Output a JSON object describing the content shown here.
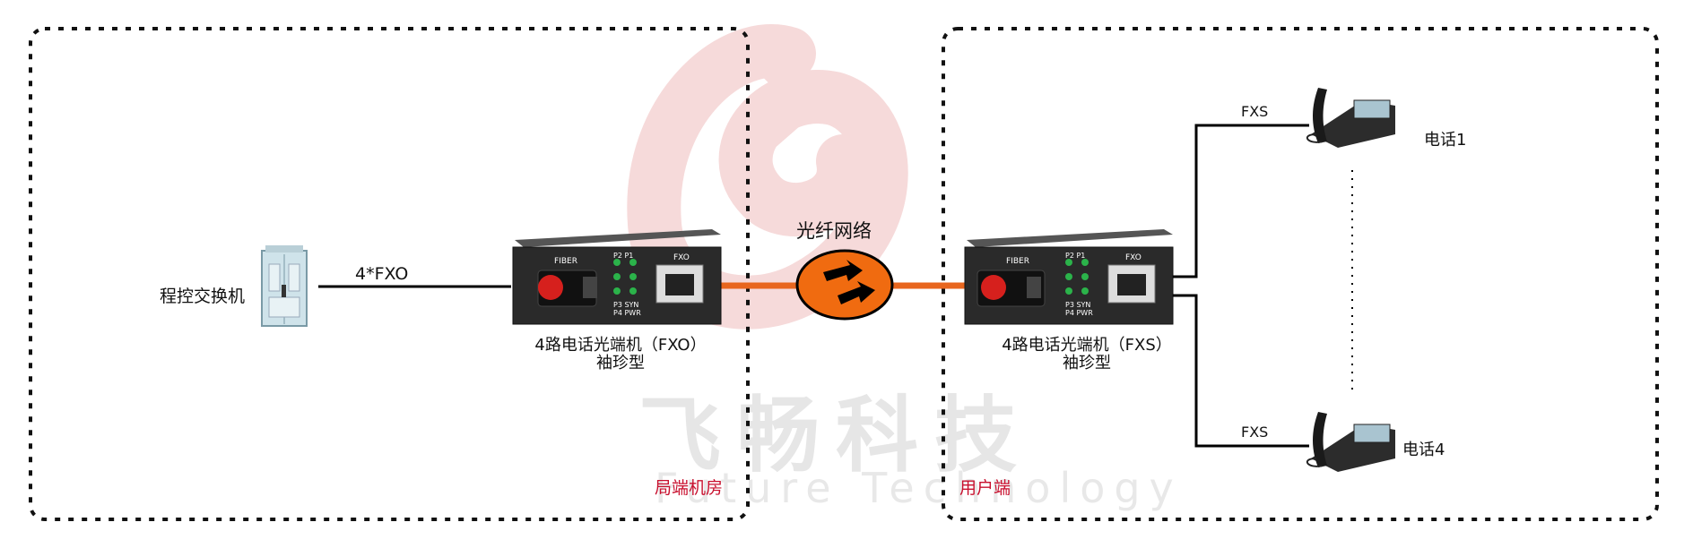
{
  "watermark": {
    "chinese": "飞畅科技",
    "english": "Future Technology"
  },
  "central_office": {
    "zone_label": "局端机房",
    "switch_label": "程控交换机",
    "link_label": "4*FXO",
    "device": {
      "name": "4路电话光端机（FXO）",
      "subtitle": "袖珍型",
      "panel": {
        "fiber": "FIBER",
        "port": "FXO",
        "led_top": "P2  P1",
        "led_bottom_1": "P3  SYN",
        "led_bottom_2": "P4  PWR"
      }
    }
  },
  "network": {
    "label": "光纤网络"
  },
  "user_side": {
    "zone_label": "用户端",
    "device": {
      "name": "4路电话光端机（FXS）",
      "subtitle": "袖珍型",
      "panel": {
        "fiber": "FIBER",
        "port": "FXO",
        "led_top": "P2  P1",
        "led_bottom_1": "P3  SYN",
        "led_bottom_2": "P4  PWR"
      }
    },
    "links": [
      {
        "label": "FXS",
        "phone": "电话1"
      },
      {
        "label": "FXS",
        "phone": "电话4"
      }
    ]
  },
  "colors": {
    "fiber_line": "#e8661e",
    "zone_label": "#c8102e",
    "device_body": "#2a2a2a"
  }
}
